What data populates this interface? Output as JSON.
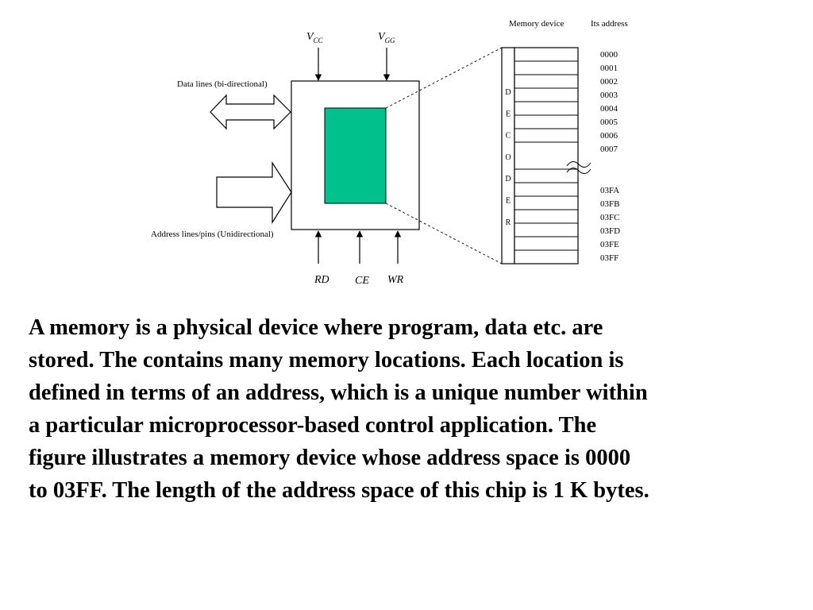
{
  "diagram": {
    "header_memory_device": "Memory device",
    "header_address": "Its address",
    "vcc": {
      "main": "V",
      "sub": "CC"
    },
    "vgg": {
      "main": "V",
      "sub": "GG"
    },
    "data_lines_label": "Data lines (bi-directional)",
    "address_lines_label": "Address lines/pins (Unidirectional)",
    "control_pins": [
      "RD",
      "CE",
      "WR"
    ],
    "decoder_letters": [
      "D",
      "E",
      "C",
      "O",
      "D",
      "E",
      "R"
    ],
    "addresses_top": [
      "0000",
      "0001",
      "0002",
      "0003",
      "0004",
      "0005",
      "0006",
      "0007"
    ],
    "addresses_bottom": [
      "03FA",
      "03FB",
      "03FC",
      "03FD",
      "03FE",
      "03FF"
    ],
    "colors": {
      "memory_block": "#00c08b",
      "stroke": "#000000"
    }
  },
  "paragraph": {
    "lines": [
      "A memory is a physical device where program, data etc. are",
      "stored. The contains many memory locations. Each location is",
      "defined in terms of an address, which is a unique number within",
      "a particular microprocessor-based control application. The",
      "figure illustrates a memory device whose address space is 0000",
      "to 03FF. The length of the address space of this chip is 1 K bytes."
    ]
  }
}
